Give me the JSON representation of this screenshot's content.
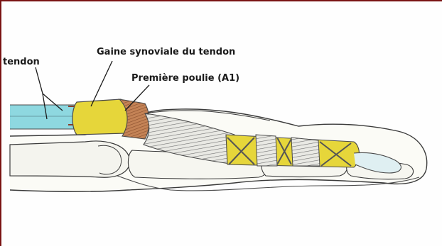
{
  "labels": {
    "tendon": "tendon",
    "sheath": "Gaine synoviale du tendon",
    "pulley": "Première poulie (A1)"
  },
  "colors": {
    "frame": "#7a1414",
    "tendon": "#8ed8e0",
    "sheath": "#e6d63a",
    "pulley": "#b97a52",
    "outline": "#3a3a3a",
    "skin": "#fbfbf6"
  }
}
